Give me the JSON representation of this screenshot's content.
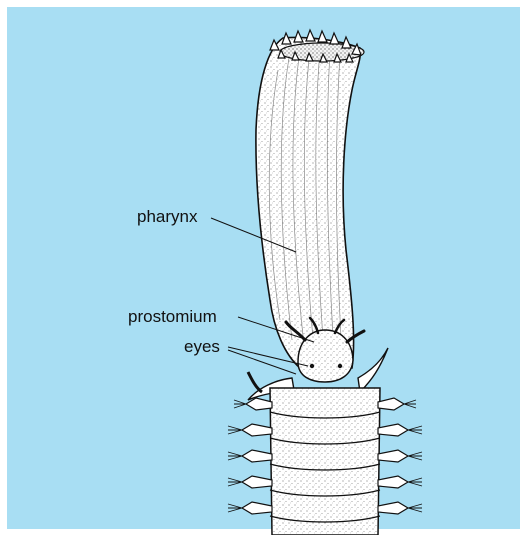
{
  "figure": {
    "background": "#a8def3",
    "subject_icon": "polychaete-worm-illustration",
    "labels": {
      "pharynx": "pharynx",
      "prostomium": "prostomium",
      "eyes": "eyes"
    }
  }
}
